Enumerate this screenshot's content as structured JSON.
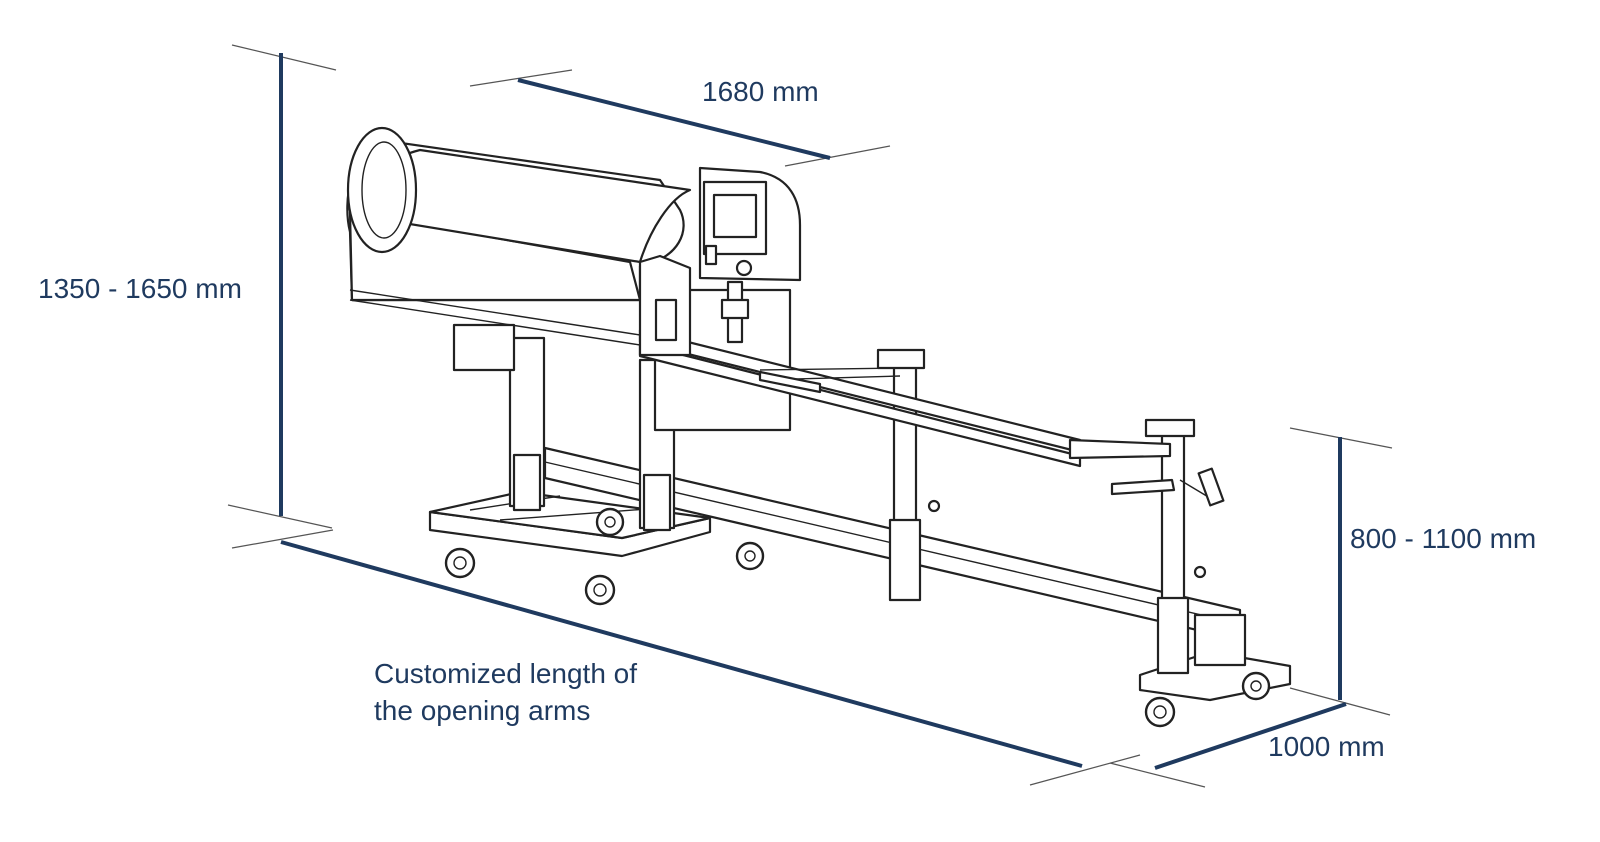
{
  "diagram": {
    "dimensions": {
      "top_length": "1680 mm",
      "total_height": "1350 - 1650 mm",
      "arm_height": "800 - 1100 mm",
      "depth": "1000 mm",
      "arm_length_line1": "Customized length of",
      "arm_length_line2": "the opening arms"
    },
    "colors": {
      "dimension": "#1f3a5f",
      "outline": "#222222",
      "background": "#ffffff"
    }
  }
}
